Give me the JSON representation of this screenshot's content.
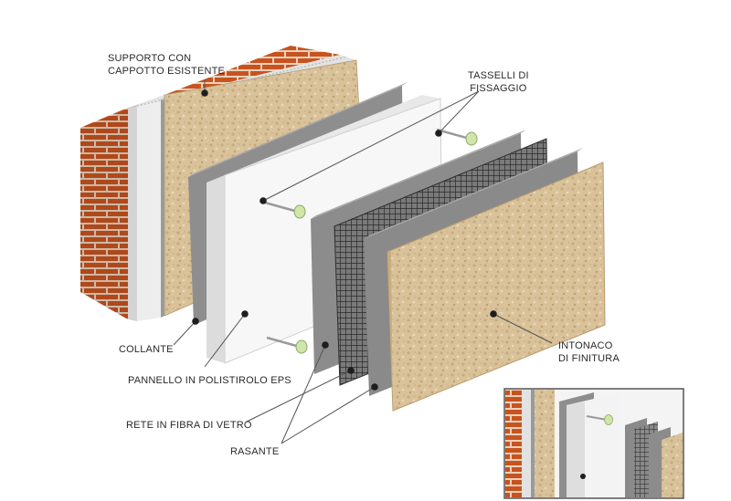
{
  "labels": {
    "supporto": [
      "SUPPORTO CON",
      "CAPPOTTO ESISTENTE"
    ],
    "tasselli": [
      "TASSELLI DI",
      "FISSAGGIO"
    ],
    "collante": "COLLANTE",
    "pannello": "PANNELLO IN POLISTIROLO EPS",
    "rete": "RETE IN FIBRA DI VETRO",
    "rasante": "RASANTE",
    "intonaco": [
      "INTONACO",
      "DI FINITURA"
    ]
  },
  "colors": {
    "brick": "#c8531e",
    "mortar": "#e9d2bd",
    "insulation": "#efefef",
    "adhesive": "#8e8e8e",
    "mesh": "#3a3a3a",
    "render": "#d9c29a",
    "anchor_cap": "#cfe6a8"
  }
}
